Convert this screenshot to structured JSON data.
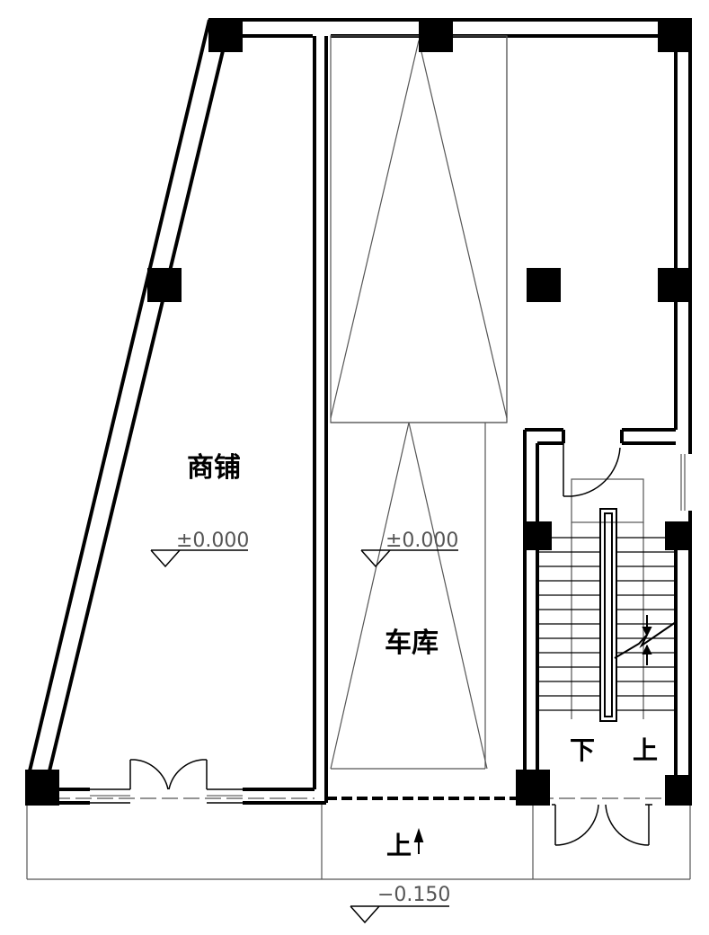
{
  "rooms": {
    "shop": {
      "label": "商铺",
      "elevation": "±0.000"
    },
    "garage": {
      "label": "车库",
      "elevation": "±0.000"
    }
  },
  "stair": {
    "down_label": "下",
    "up_label": "上"
  },
  "entrance": {
    "up_label": "上"
  },
  "outdoor": {
    "elevation": "−0.150"
  },
  "colors": {
    "line": "#000000",
    "thin": "#555555",
    "background": "#ffffff"
  }
}
